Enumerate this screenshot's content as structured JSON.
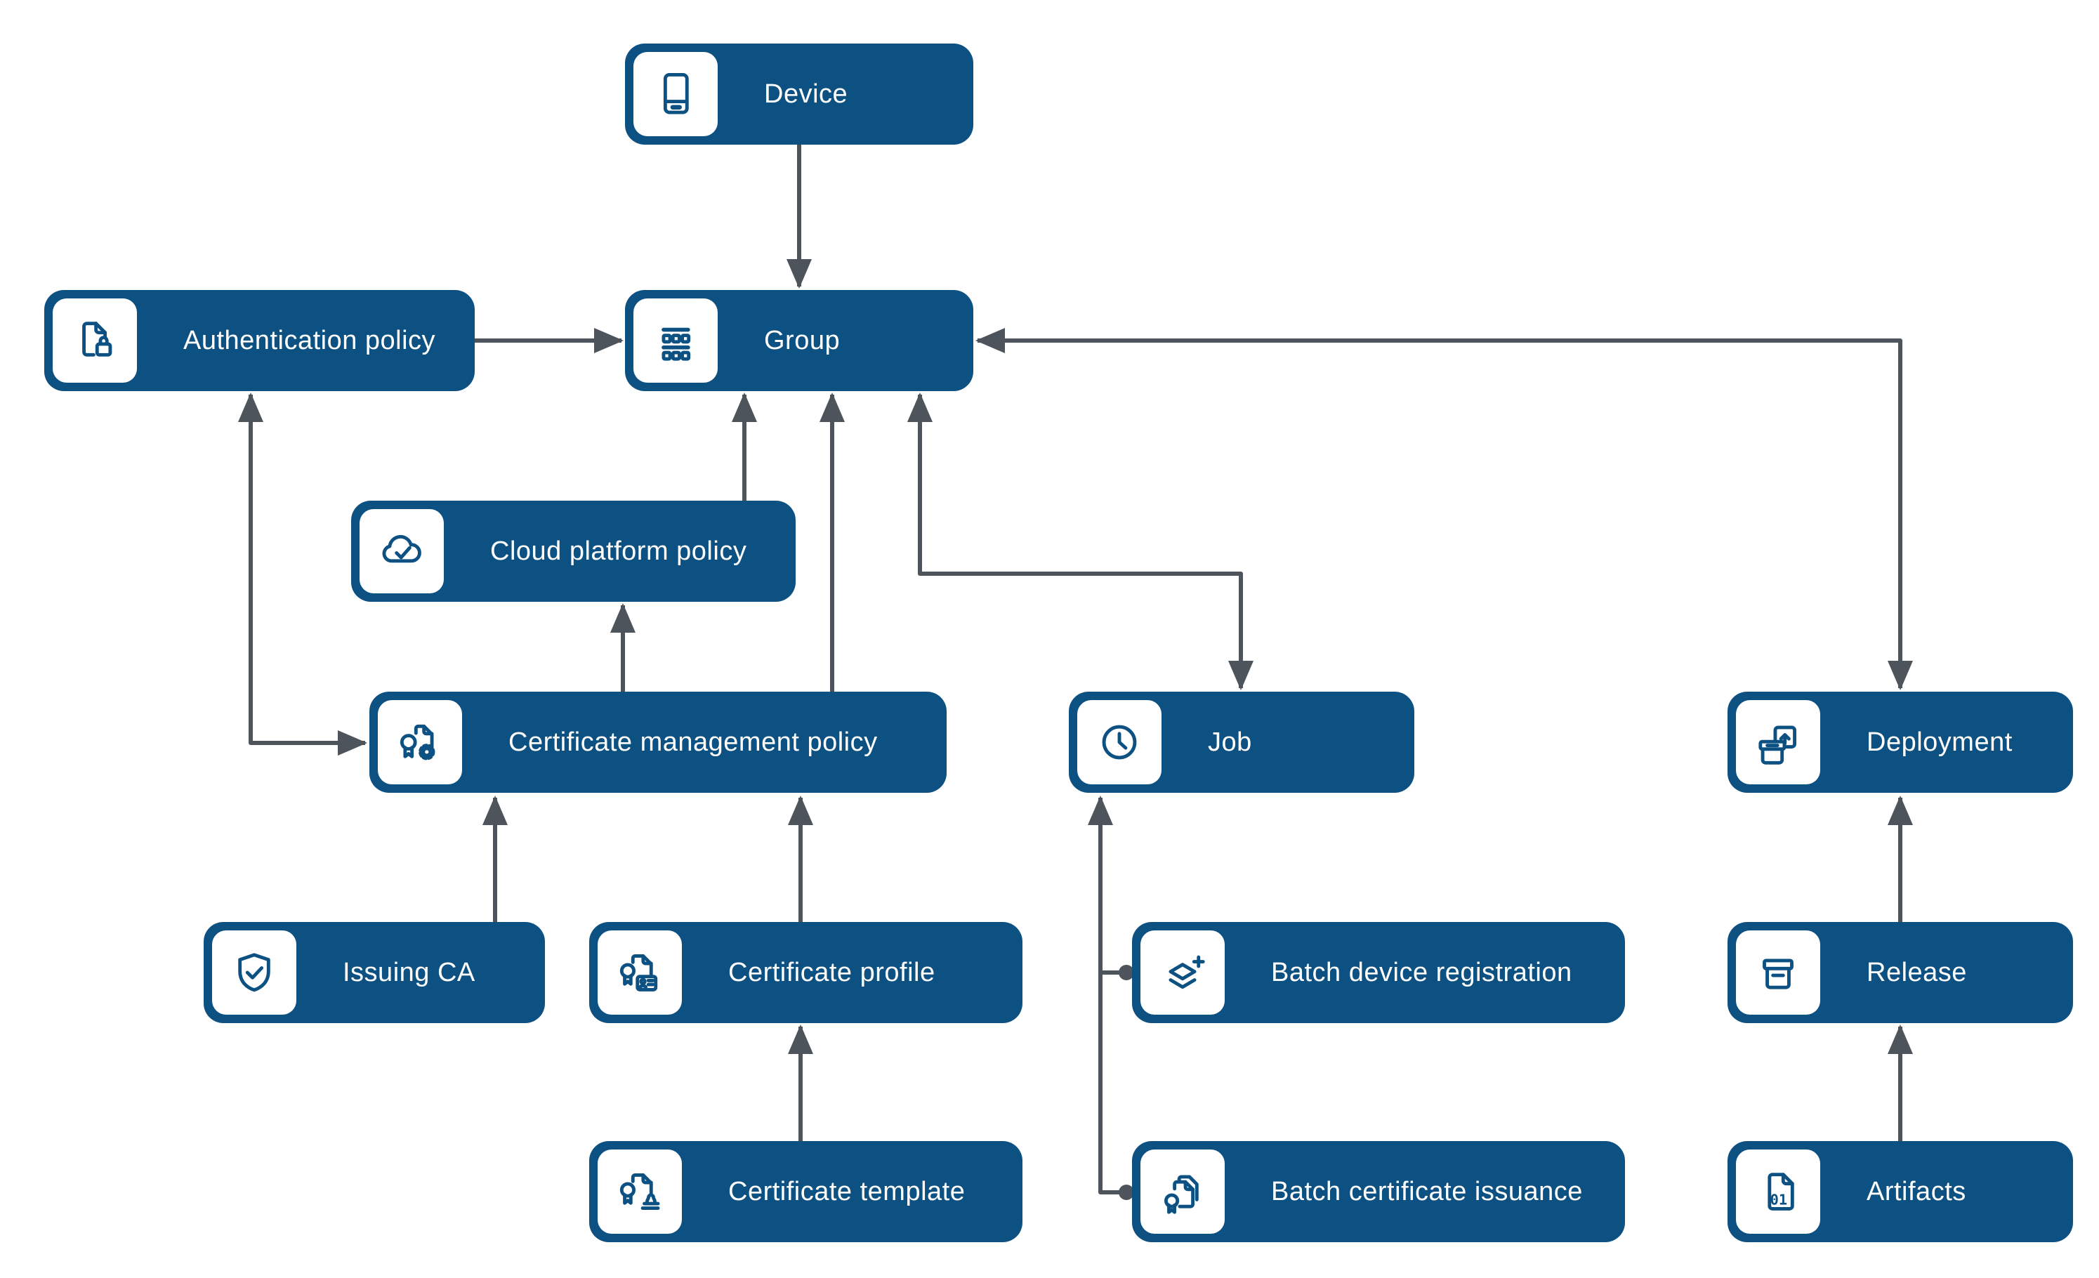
{
  "title": "Device and certificate management entity relationship diagram",
  "colors": {
    "node_fill": "#0d5183",
    "icon_tile_fill": "#ffffff",
    "icon_stroke": "#0d5183",
    "connector": "#4d545b",
    "label_text": "#ffffff",
    "background": "#ffffff"
  },
  "nodes": [
    {
      "id": "device",
      "label": "Device",
      "icon": "device-icon"
    },
    {
      "id": "authentication-policy",
      "label": "Authentication policy",
      "icon": "document-lock-icon"
    },
    {
      "id": "group",
      "label": "Group",
      "icon": "group-grid-icon"
    },
    {
      "id": "cloud-platform-policy",
      "label": "Cloud platform policy",
      "icon": "cloud-check-icon"
    },
    {
      "id": "certificate-management-policy",
      "label": "Certificate management policy",
      "icon": "certificate-gear-icon"
    },
    {
      "id": "job",
      "label": "Job",
      "icon": "clock-icon"
    },
    {
      "id": "deployment",
      "label": "Deployment",
      "icon": "deploy-box-icon"
    },
    {
      "id": "issuing-ca",
      "label": "Issuing CA",
      "icon": "shield-check-icon"
    },
    {
      "id": "certificate-profile",
      "label": "Certificate profile",
      "icon": "certificate-id-card-icon"
    },
    {
      "id": "batch-device-registration",
      "label": "Batch device registration",
      "icon": "layers-plus-icon"
    },
    {
      "id": "release",
      "label": "Release",
      "icon": "storage-box-icon"
    },
    {
      "id": "certificate-template",
      "label": "Certificate template",
      "icon": "certificate-stamp-icon"
    },
    {
      "id": "batch-certificate-issuance",
      "label": "Batch certificate issuance",
      "icon": "certificate-stack-icon"
    },
    {
      "id": "artifacts",
      "label": "Artifacts",
      "icon": "binary-file-icon"
    }
  ],
  "relationships": [
    {
      "from": "device",
      "to": "group",
      "arrows": "single"
    },
    {
      "from": "authentication-policy",
      "to": "group",
      "arrows": "single"
    },
    {
      "from": "cloud-platform-policy",
      "to": "group",
      "arrows": "single"
    },
    {
      "from": "certificate-management-policy",
      "to": "group",
      "arrows": "single"
    },
    {
      "from": "group",
      "to": "job",
      "arrows": "double"
    },
    {
      "from": "group",
      "to": "deployment",
      "arrows": "double"
    },
    {
      "from": "certificate-management-policy",
      "to": "cloud-platform-policy",
      "arrows": "single"
    },
    {
      "from": "certificate-management-policy",
      "to": "authentication-policy",
      "arrows": "double"
    },
    {
      "from": "issuing-ca",
      "to": "certificate-management-policy",
      "arrows": "single"
    },
    {
      "from": "certificate-profile",
      "to": "certificate-management-policy",
      "arrows": "single"
    },
    {
      "from": "certificate-template",
      "to": "certificate-profile",
      "arrows": "single"
    },
    {
      "from": "batch-device-registration",
      "to": "job",
      "arrows": "single"
    },
    {
      "from": "batch-certificate-issuance",
      "to": "job",
      "arrows": "single"
    },
    {
      "from": "release",
      "to": "deployment",
      "arrows": "single"
    },
    {
      "from": "artifacts",
      "to": "release",
      "arrows": "single"
    }
  ]
}
